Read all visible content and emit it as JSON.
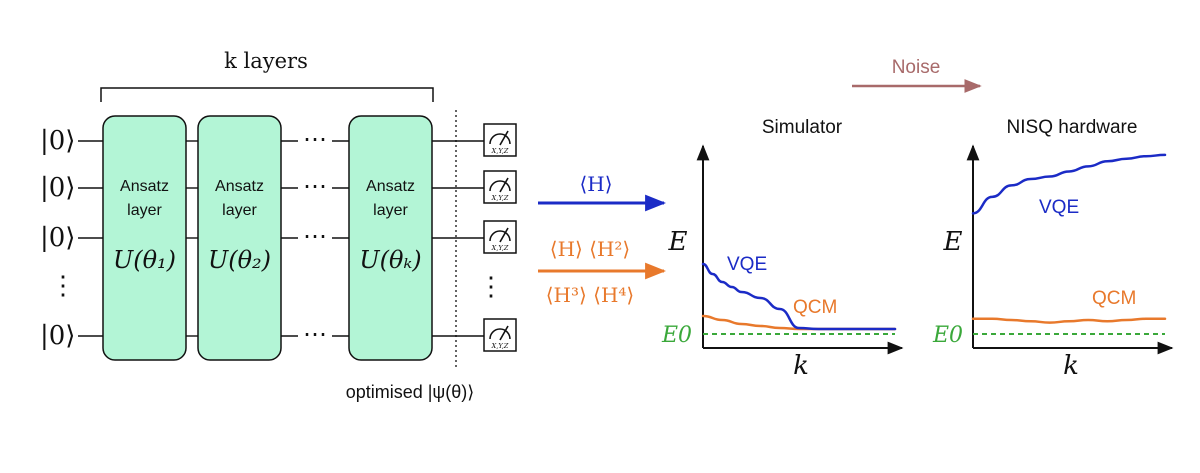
{
  "circuit": {
    "layers_label": "k layers",
    "kets": [
      "|0⟩",
      "|0⟩",
      "|0⟩",
      "⋮",
      "|0⟩"
    ],
    "ellipsis": "⋯",
    "blocks": [
      {
        "line1": "Ansatz",
        "line2": "layer",
        "unitary": "U(θ₁)"
      },
      {
        "line1": "Ansatz",
        "line2": "layer",
        "unitary": "U(θ₂)"
      },
      {
        "line1": "Ansatz",
        "line2": "layer",
        "unitary": "U(θₖ)"
      }
    ],
    "measure_basis": "X,Y,Z",
    "measure_dots": "⋮",
    "optimised_label": "optimised |ψ(θ)⟩"
  },
  "arrows": {
    "vqe_measurement": "⟨H⟩",
    "qcm_measurements_line1": "⟨H⟩  ⟨H²⟩",
    "qcm_measurements_line2": "⟨H³⟩ ⟨H⁴⟩",
    "noise_label": "Noise"
  },
  "colors": {
    "block_fill": "#b3f5d6",
    "vqe": "#1b2bc6",
    "qcm": "#e8792c",
    "ground": "#3aa83a",
    "noise": "#a86a6a"
  },
  "chart_data": [
    {
      "type": "line",
      "title": "Simulator",
      "xlabel": "k",
      "ylabel": "E",
      "baseline_label": "E0",
      "series": [
        {
          "name": "VQE",
          "x": [
            0,
            0.05,
            0.1,
            0.15,
            0.2,
            0.3,
            0.4,
            0.5,
            0.6,
            0.7,
            0.8,
            1.0
          ],
          "y": [
            0.7,
            0.6,
            0.52,
            0.47,
            0.42,
            0.36,
            0.25,
            0.06,
            0.05,
            0.05,
            0.05,
            0.05
          ]
        },
        {
          "name": "QCM",
          "x": [
            0,
            0.1,
            0.2,
            0.3,
            0.4,
            0.5,
            0.6,
            0.8,
            1.0
          ],
          "y": [
            0.18,
            0.14,
            0.1,
            0.08,
            0.06,
            0.05,
            0.05,
            0.05,
            0.05
          ]
        }
      ],
      "ground_energy": 0.0
    },
    {
      "type": "line",
      "title": "NISQ hardware",
      "xlabel": "k",
      "ylabel": "E",
      "baseline_label": "E0",
      "series": [
        {
          "name": "VQE",
          "x": [
            0,
            0.1,
            0.2,
            0.3,
            0.4,
            0.5,
            0.6,
            0.7,
            0.8,
            0.9,
            1.0
          ],
          "y": [
            0.95,
            1.08,
            1.17,
            1.22,
            1.24,
            1.28,
            1.32,
            1.36,
            1.38,
            1.4,
            1.41
          ]
        },
        {
          "name": "QCM",
          "x": [
            0,
            0.1,
            0.2,
            0.3,
            0.4,
            0.5,
            0.6,
            0.7,
            0.8,
            0.9,
            1.0
          ],
          "y": [
            0.12,
            0.12,
            0.11,
            0.1,
            0.09,
            0.1,
            0.11,
            0.1,
            0.11,
            0.12,
            0.12
          ]
        }
      ],
      "ground_energy": 0.0
    }
  ]
}
